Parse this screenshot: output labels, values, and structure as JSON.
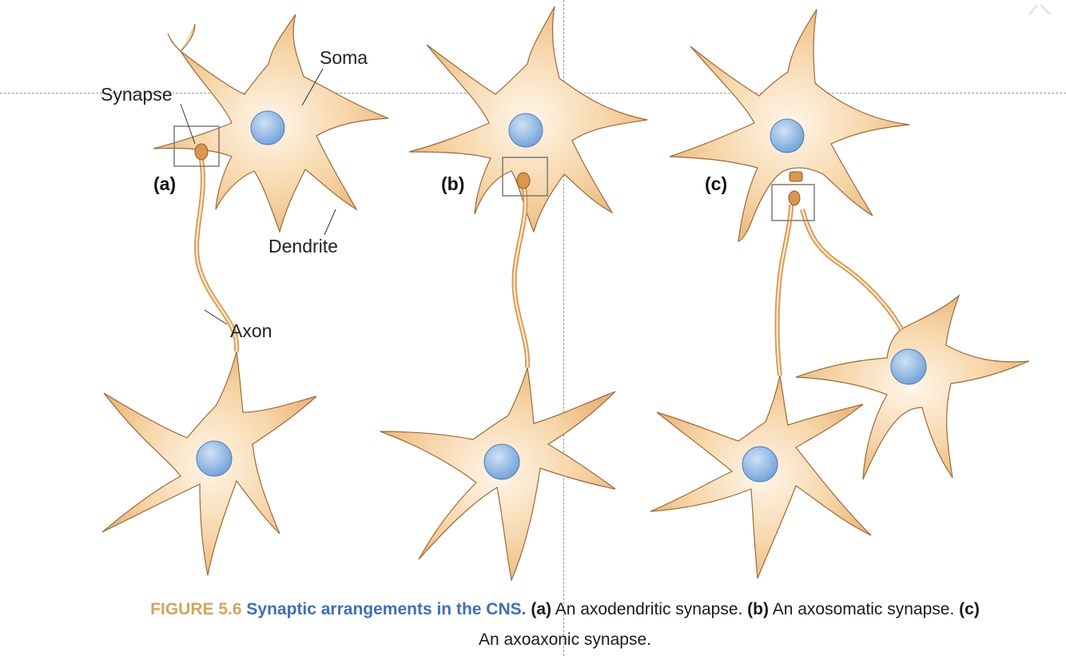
{
  "figure": {
    "labels": {
      "soma": "Soma",
      "synapse": "Synapse",
      "dendrite": "Dendrite",
      "axon": "Axon"
    },
    "panels": [
      {
        "letter": "(a)"
      },
      {
        "letter": "(b)"
      },
      {
        "letter": "(c)"
      }
    ],
    "caption": {
      "figure_number": "FIGURE 5.6",
      "title": "Synaptic arrangements in the CNS.",
      "part_a_letter": "(a)",
      "part_a_text": "An axodendritic synapse.",
      "part_b_letter": "(b)",
      "part_b_text": "An axosomatic synapse.",
      "part_c_letter": "(c)",
      "part_c_text": "An axoaxonic synapse."
    },
    "colors": {
      "cell_fill": "#f2c58e",
      "cell_stroke": "#8a5a2b",
      "nucleus": "#7ea9db",
      "axon": "#d9964c",
      "figure_label_color": "#d2a463",
      "title_color": "#3f6fb6"
    }
  }
}
